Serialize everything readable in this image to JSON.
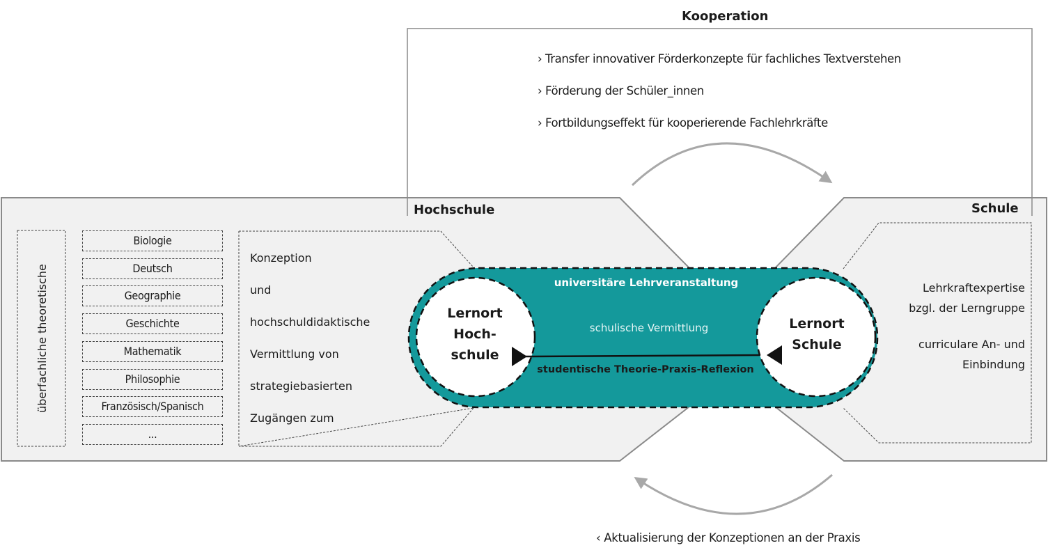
{
  "kooperation": {
    "title": "Kooperation",
    "items": [
      "› Transfer innovativer Förderkonzepte für fachliches Textverstehen",
      "› Förderung der Schüler_innen",
      "› Fortbildungseffekt für kooperierende Fachlehrkräfte"
    ]
  },
  "hochschule": {
    "title": "Hochschule",
    "vertical_label": "überfachliche theoretische",
    "subjects": [
      "Biologie",
      "Deutsch",
      "Geographie",
      "Geschichte",
      "Mathematik",
      "Philosophie",
      "Französisch/Spanisch",
      "..."
    ],
    "concept_lines": [
      "Konzeption",
      "und",
      "hochschuldidaktische",
      "Vermittlung von",
      "strategiebasierten",
      "Zugängen zum"
    ]
  },
  "schule": {
    "title": "Schule",
    "lines_1": [
      "Lehrkraftexpertise",
      "bzgl. der Lerngruppe"
    ],
    "lines_2": [
      "curriculare An- und",
      "Einbindung"
    ]
  },
  "center": {
    "top_label": "universitäre Lehrveranstaltung",
    "middle_label": "schulische Vermittlung",
    "bottom_label": "studentische Theorie-Praxis-Reflexion",
    "left_circle": [
      "Lernort",
      "Hoch-",
      "schule"
    ],
    "right_circle": [
      "Lernort",
      "Schule"
    ]
  },
  "feedback": {
    "label": "‹ Aktualisierung der Konzeptionen an der Praxis"
  },
  "colors": {
    "teal": "#14999b",
    "panel": "#f1f1f1",
    "border": "#8a8a8a",
    "arrow": "#a8a8a8"
  }
}
